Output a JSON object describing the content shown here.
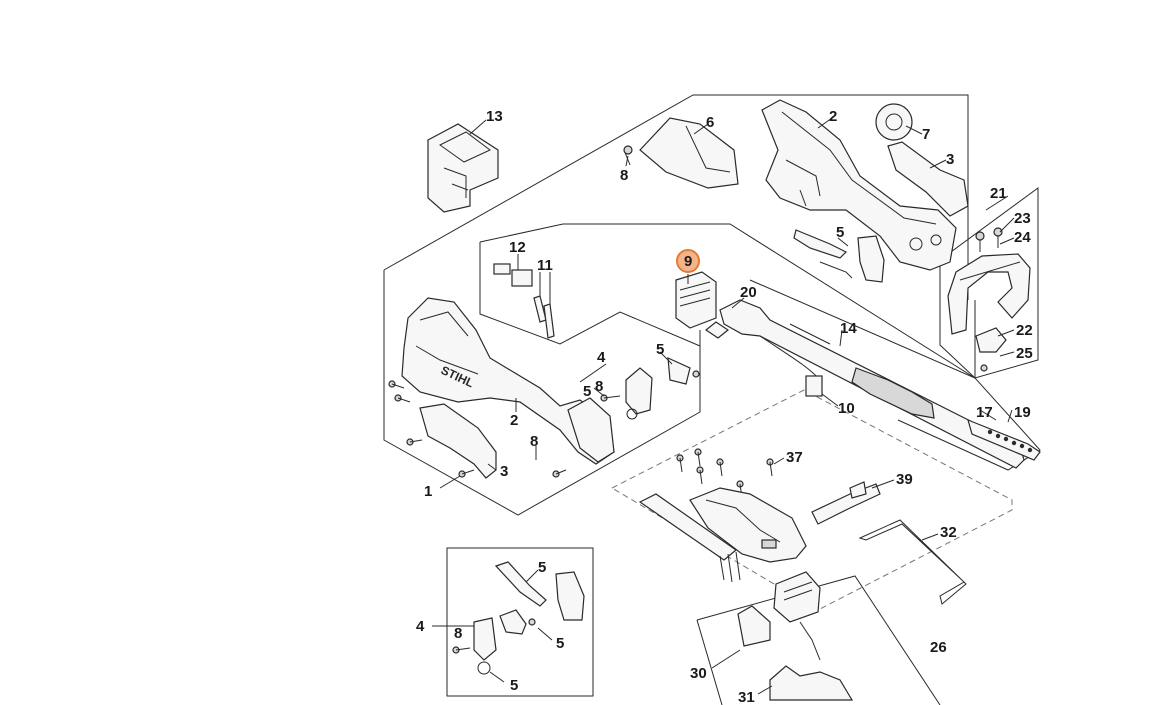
{
  "callouts": {
    "c1": "1",
    "c2a": "2",
    "c2b": "2",
    "c3a": "3",
    "c3b": "3",
    "c4a": "4",
    "c4b": "4",
    "c5a": "5",
    "c5b": "5",
    "c5c": "5",
    "c5d": "5",
    "c5e": "5",
    "c5f": "5",
    "c6": "6",
    "c7": "7",
    "c8a": "8",
    "c8b": "8",
    "c8c": "8",
    "c8d": "8",
    "c9": "9",
    "c10": "10",
    "c11": "11",
    "c12": "12",
    "c13": "13",
    "c14": "14",
    "c17": "17",
    "c19": "19",
    "c20": "20",
    "c21": "21",
    "c22": "22",
    "c23": "23",
    "c24": "24",
    "c25": "25",
    "c26": "26",
    "c30": "30",
    "c31": "31",
    "c32": "32",
    "c37": "37",
    "c39": "39"
  },
  "housing_logo": "STIHL",
  "highlight_color": "#f4b48a"
}
